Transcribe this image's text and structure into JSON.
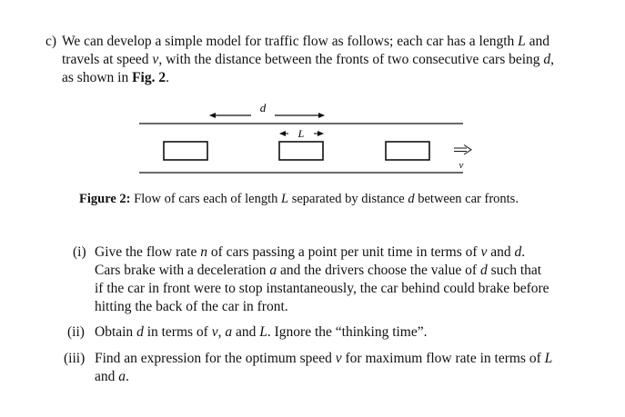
{
  "part_c": {
    "label": "c)",
    "line1": [
      "We can develop a simple model for traffic flow as follows; each car has a length ",
      "L",
      " and"
    ],
    "line2": [
      "travels at speed ",
      "v",
      ", with the distance between the fronts of two consecutive cars being ",
      "d",
      ","
    ],
    "line3": [
      "as shown in ",
      "Fig. 2",
      "."
    ]
  },
  "figure": {
    "label_d": "d",
    "label_L": "L",
    "label_v": "v",
    "car_count": 3,
    "caption": [
      "Figure 2:",
      " Flow of cars each of length ",
      "L",
      " separated by distance ",
      "d",
      " between car fronts."
    ]
  },
  "questions": [
    {
      "num": "(i)",
      "lines": [
        [
          "Give the flow rate ",
          "n",
          " of cars passing a point per unit time in terms of ",
          "v",
          " and ",
          "d",
          "."
        ],
        [
          "Cars brake with a deceleration ",
          "a",
          " and the drivers choose the value of ",
          "d",
          " such that"
        ],
        [
          "if the car in front were to stop instantaneously, the car behind could brake before"
        ],
        [
          "hitting the back of the car in front."
        ]
      ]
    },
    {
      "num": "(ii)",
      "lines": [
        [
          "Obtain ",
          "d",
          " in terms of ",
          "v",
          ", ",
          "a",
          " and ",
          "L",
          ". Ignore the “thinking time”."
        ]
      ]
    },
    {
      "num": "(iii)",
      "lines": [
        [
          "Find an expression for the optimum speed ",
          "v",
          " for maximum flow rate in terms of ",
          "L"
        ],
        [
          "and ",
          "a",
          "."
        ]
      ]
    }
  ]
}
